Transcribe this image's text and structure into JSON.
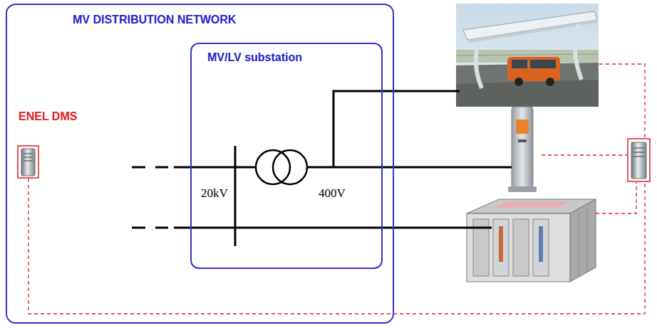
{
  "diagram": {
    "nodes": [
      {
        "text": [
          "MV DISTRIBUTION NETWORK"
        ]
      },
      {
        "text": [
          "MV/LV substation"
        ],
        "in": 0
      },
      {
        "text": [
          "ENEL DMS"
        ],
        "in": 0
      }
    ],
    "labels": [
      "20kV",
      "400V"
    ]
  }
}
